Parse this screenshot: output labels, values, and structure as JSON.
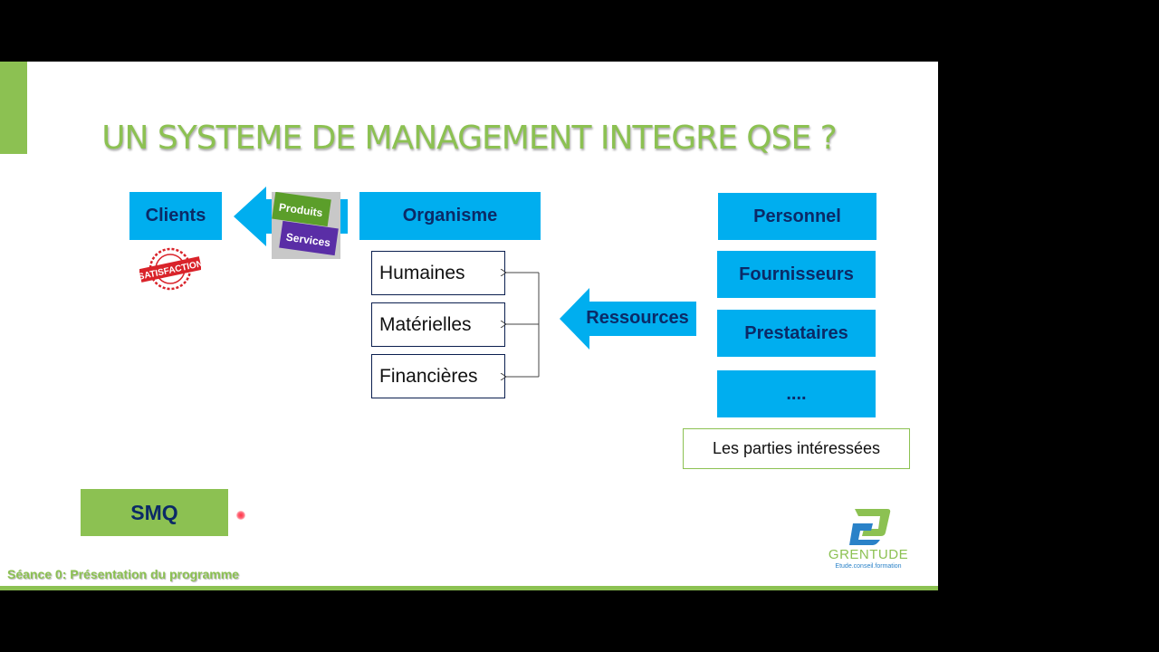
{
  "slide": {
    "title": "UN SYSTEME DE MANAGEMENT INTEGRE QSE ?",
    "footer": "Séance 0: Présentation du programme"
  },
  "left": {
    "clients": "Clients",
    "produits": "Produits",
    "services": "Services",
    "satisfaction": "SATISFACTION",
    "smq": "SMQ"
  },
  "center": {
    "organisme": "Organisme",
    "resources": [
      "Humaines",
      "Matérielles",
      "Financières"
    ],
    "ressources_label": "Ressources"
  },
  "right": {
    "stakeholders": [
      "Personnel",
      "Fournisseurs",
      "Prestataires",
      "...."
    ],
    "parties_label": "Les parties intéressées"
  },
  "logo": {
    "name": "GRENTUDE",
    "tagline": "Etude.conseil.formation"
  },
  "colors": {
    "accent_green": "#8cc152",
    "box_blue": "#00aeef",
    "text_navy": "#0b2a67"
  }
}
